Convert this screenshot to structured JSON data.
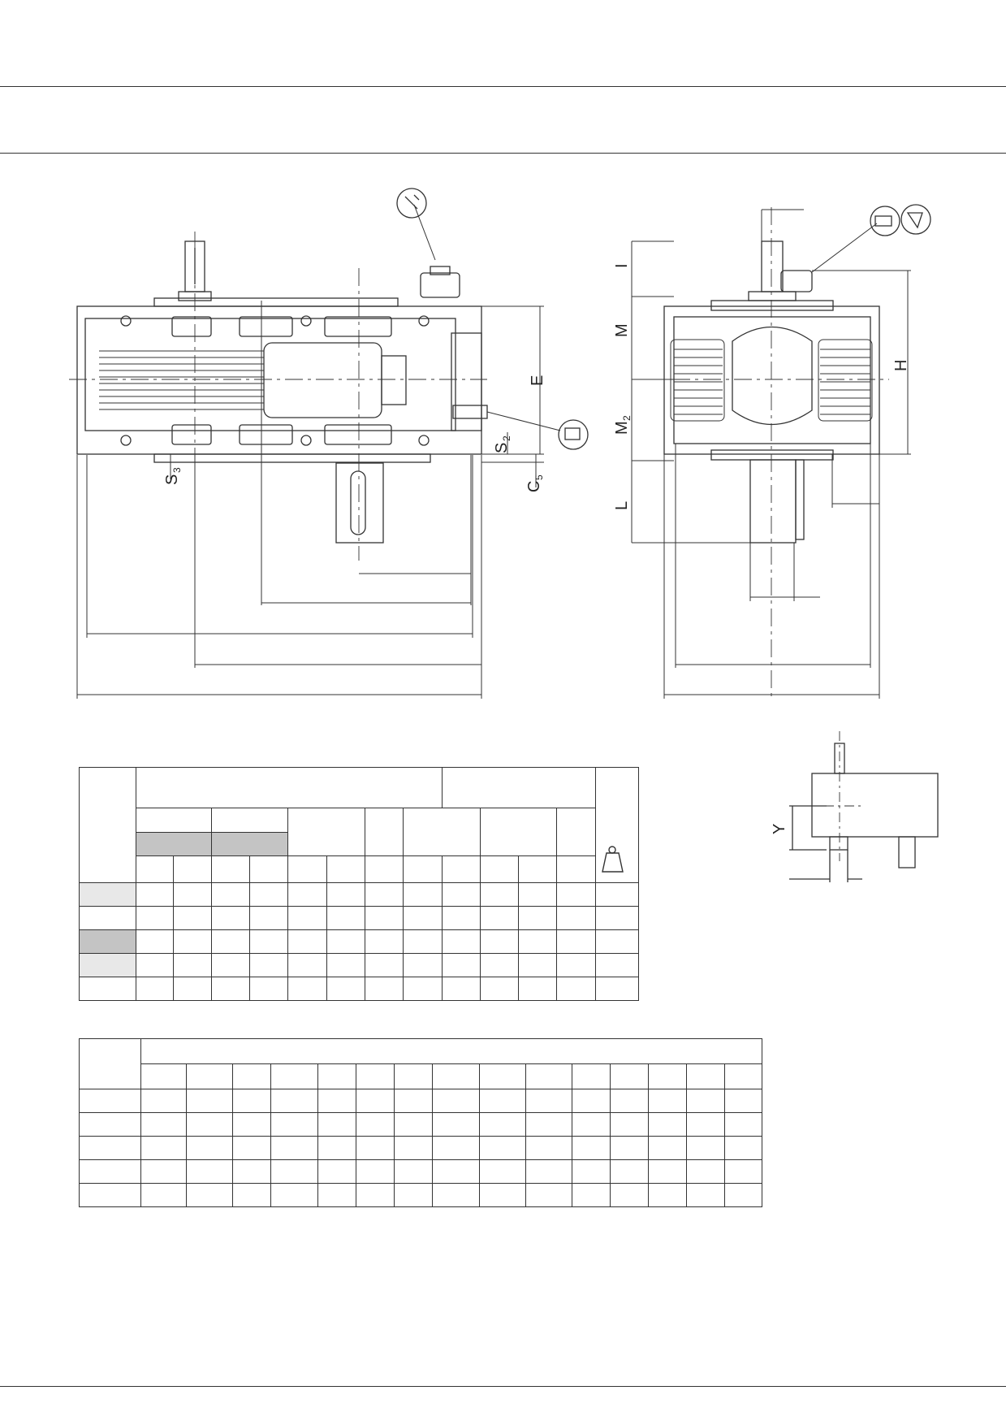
{
  "drawing_labels": {
    "I": "I",
    "M": "M",
    "M2": "M",
    "M2_sub": "2",
    "L": "L",
    "H": "H",
    "E": "E",
    "S2": "S",
    "S2_sub": "2",
    "S3": "S",
    "S3_sub": "3",
    "C5": "C",
    "C5_sub": "5",
    "Y": "Y"
  },
  "icons": [
    "breather-plug-icon",
    "oil-level-icon",
    "oil-fill-icon",
    "oil-drain-icon",
    "weight-icon"
  ],
  "colors": {
    "line": "#333333",
    "shade_light": "#e8e8e8",
    "shade_mid": "#c4c4c4"
  }
}
